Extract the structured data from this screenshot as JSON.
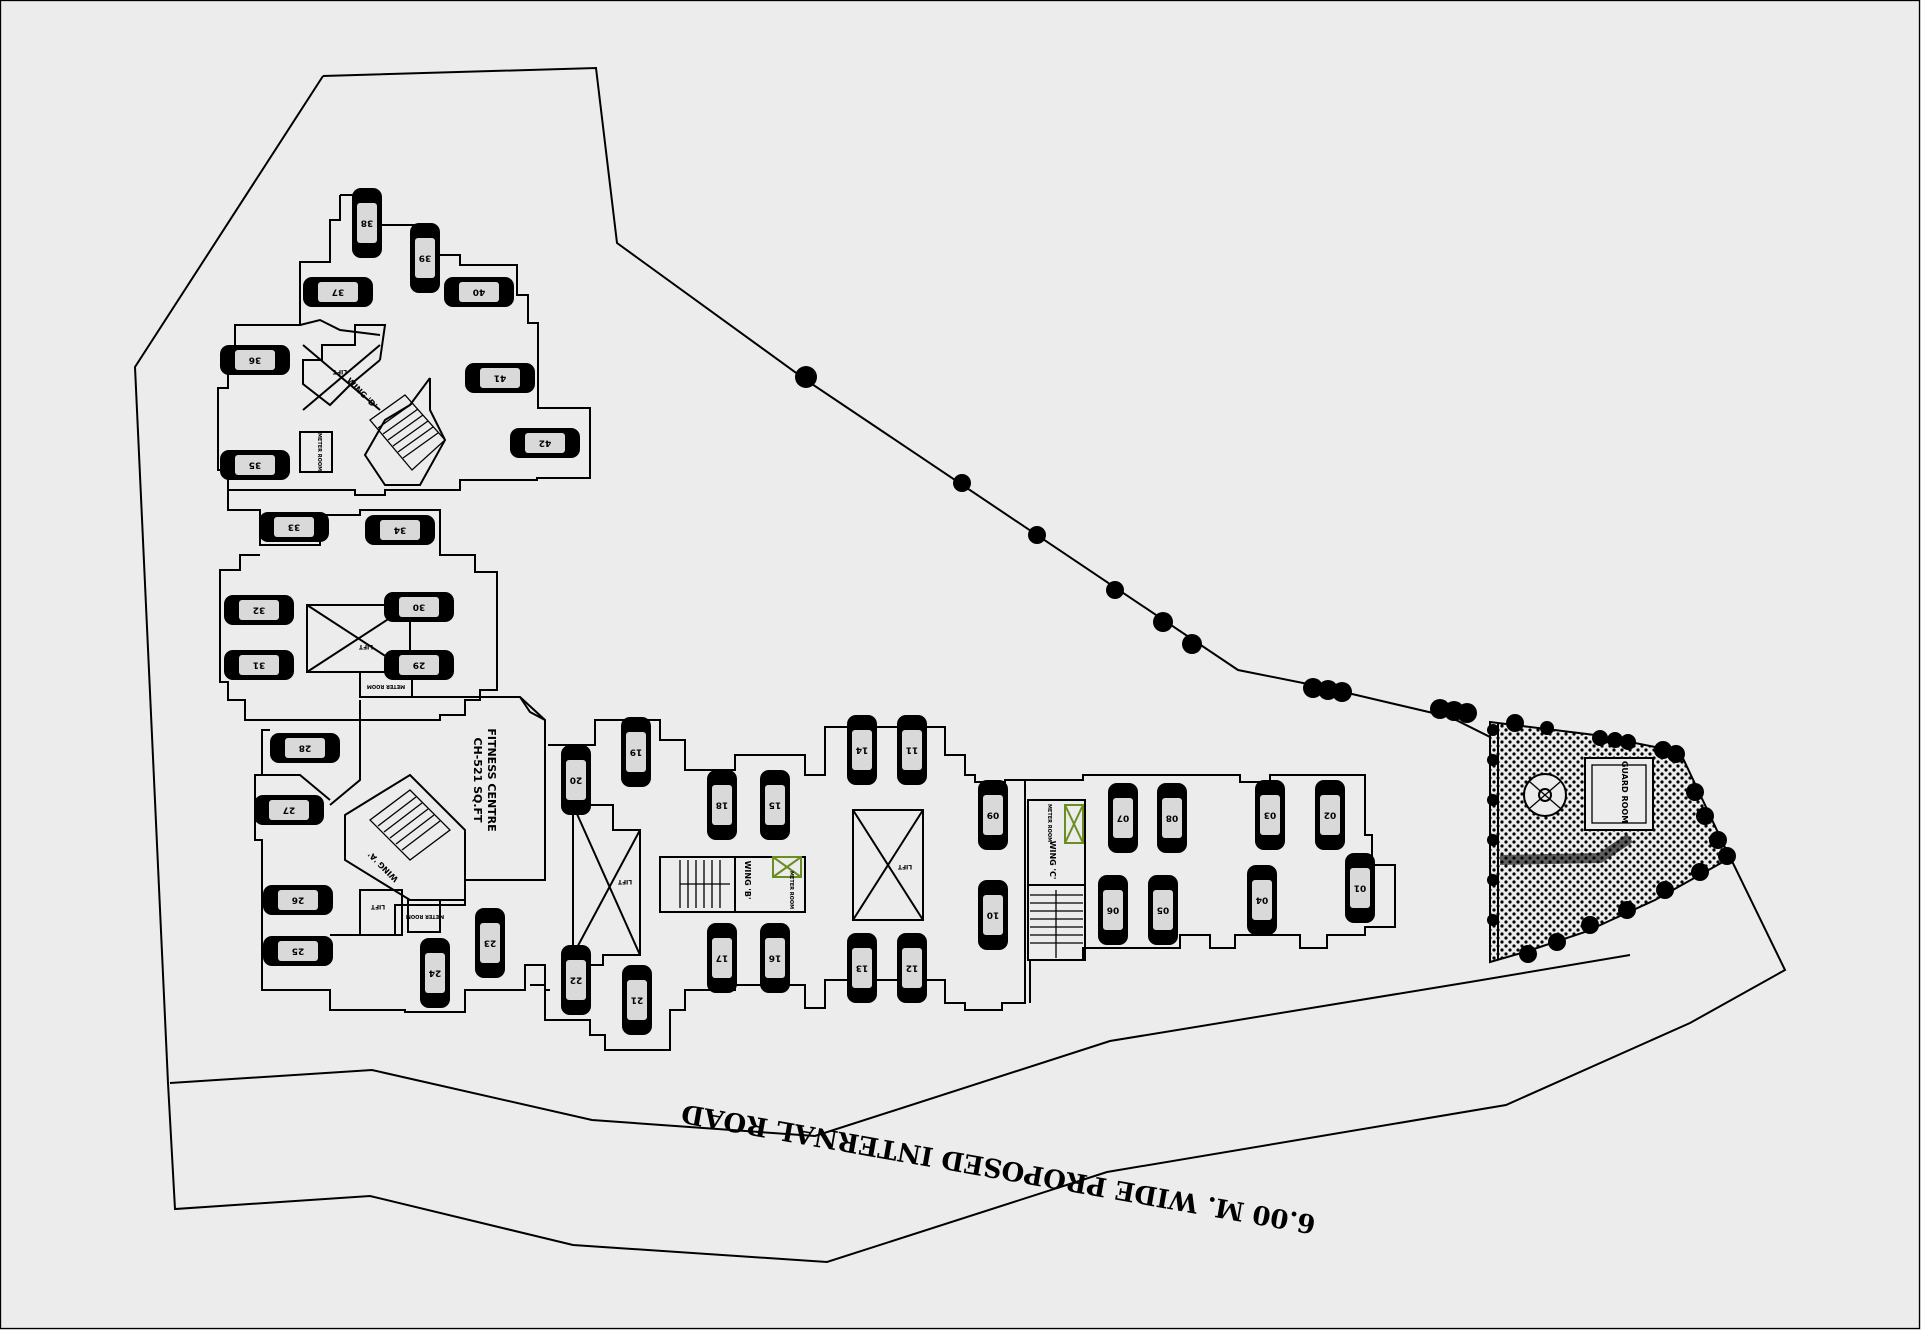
{
  "road": {
    "label": "6.00 M. WIDE PROPOSED INTERNAL ROAD"
  },
  "rooms": {
    "fitness_line1": "FITNESS CENTRE",
    "fitness_line2": "CH-521 SQ.FT",
    "wing_a": "WING 'A'",
    "wing_b": "WING 'B'",
    "wing_c": "WING 'C'",
    "wing_d": "WING 'D'",
    "lift": "LIFT",
    "meter_room": "METER ROOM",
    "guard_room": "GUARD ROOM"
  },
  "parking": {
    "spaces": [
      "01",
      "02",
      "03",
      "04",
      "05",
      "06",
      "07",
      "08",
      "09",
      "10",
      "11",
      "12",
      "13",
      "14",
      "15",
      "16",
      "17",
      "18",
      "19",
      "20",
      "21",
      "22",
      "23",
      "24",
      "25",
      "26",
      "27",
      "28",
      "29",
      "30",
      "31",
      "32",
      "33",
      "34",
      "35",
      "36",
      "37",
      "38",
      "39",
      "40",
      "41",
      "42"
    ]
  },
  "colors": {
    "background": "#ececec",
    "line": "#000000",
    "accent": "#6b8e23"
  }
}
